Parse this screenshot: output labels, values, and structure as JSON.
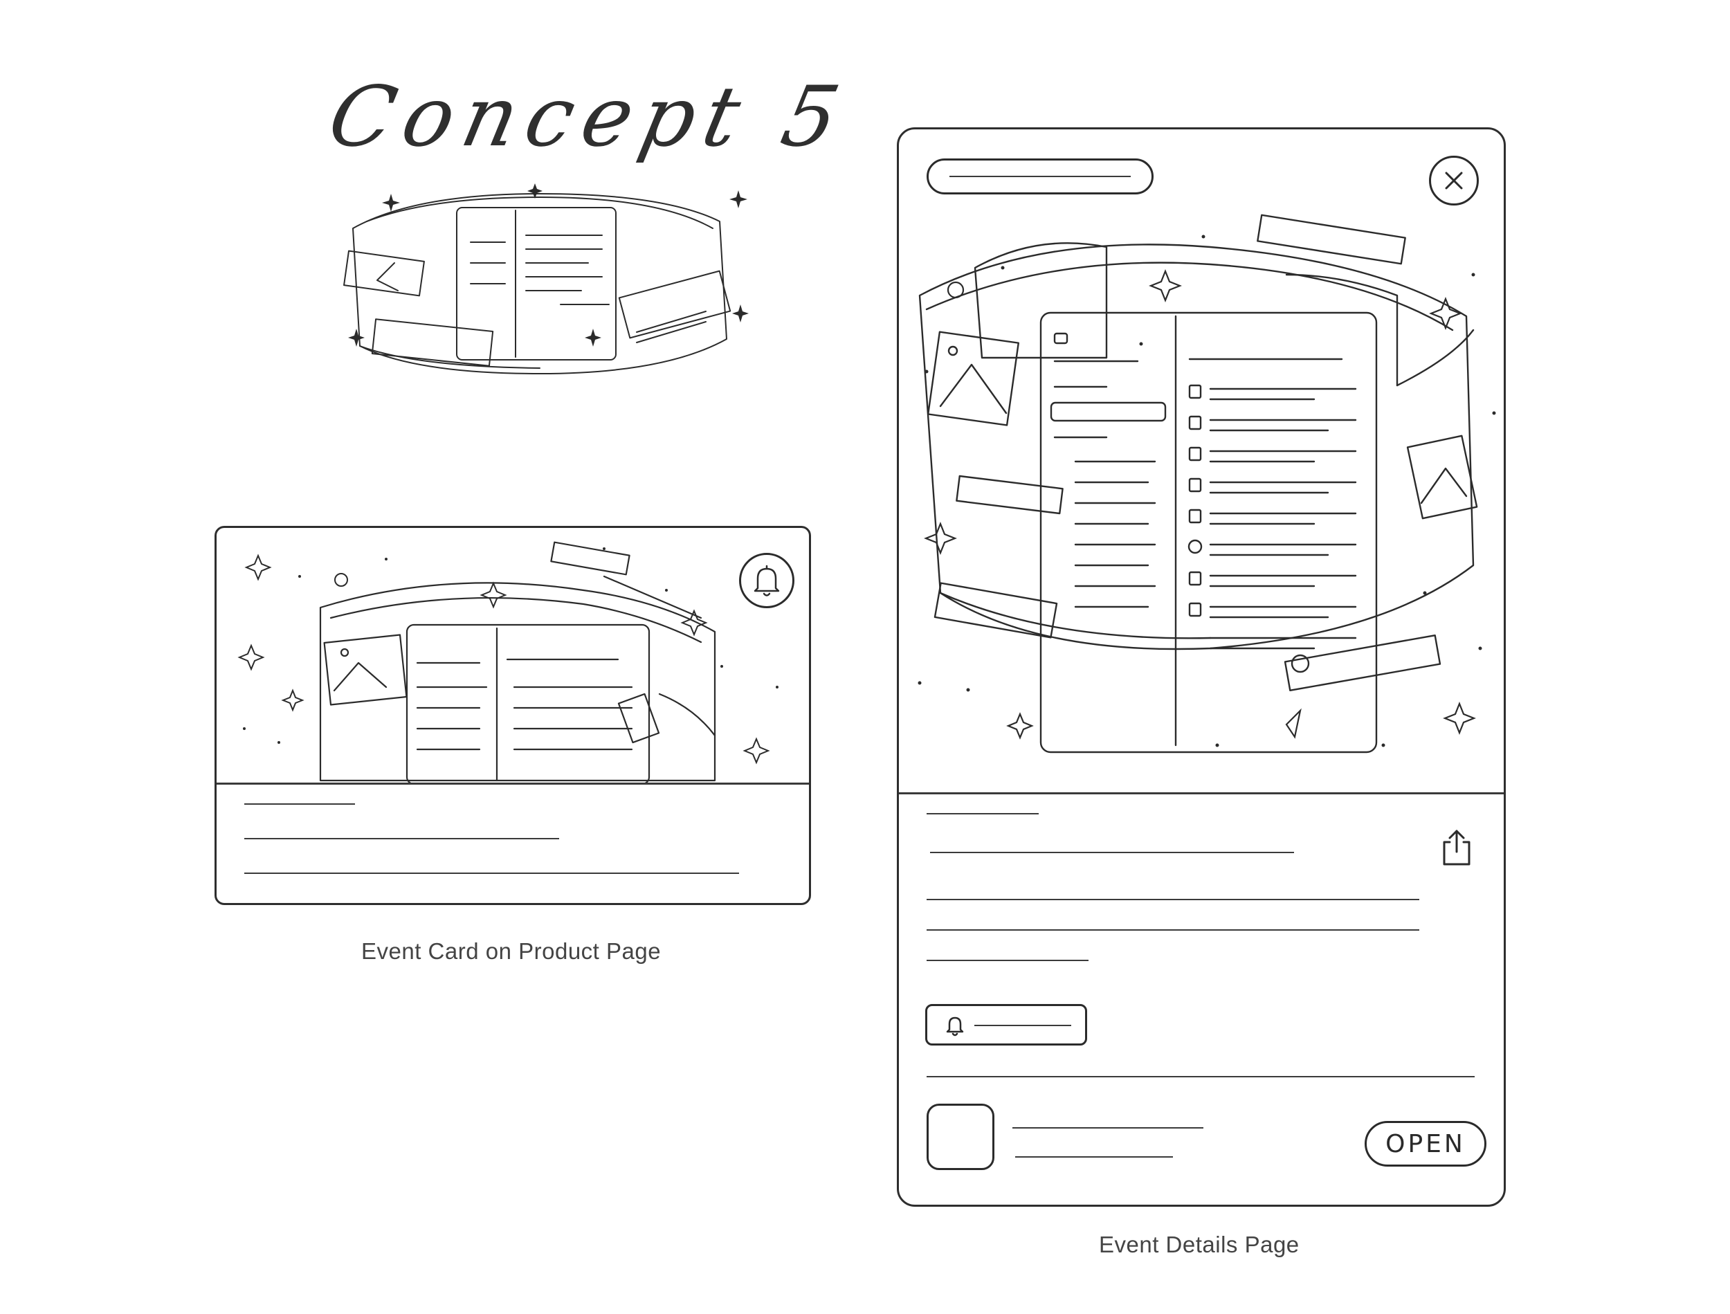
{
  "concept": {
    "title": "Concept 5"
  },
  "event_card": {
    "caption": "Event Card on Product Page"
  },
  "event_details": {
    "caption": "Event Details Page",
    "open_label": "OPEN"
  },
  "icons": [
    "bell-icon",
    "close-icon",
    "share-icon",
    "app-icon",
    "globe-icon",
    "star-icon",
    "bookmark-icon",
    "image-icon",
    "search-icon"
  ],
  "colors": {
    "ink": "#2b2b2b",
    "caption": "#444444",
    "background": "#ffffff"
  }
}
